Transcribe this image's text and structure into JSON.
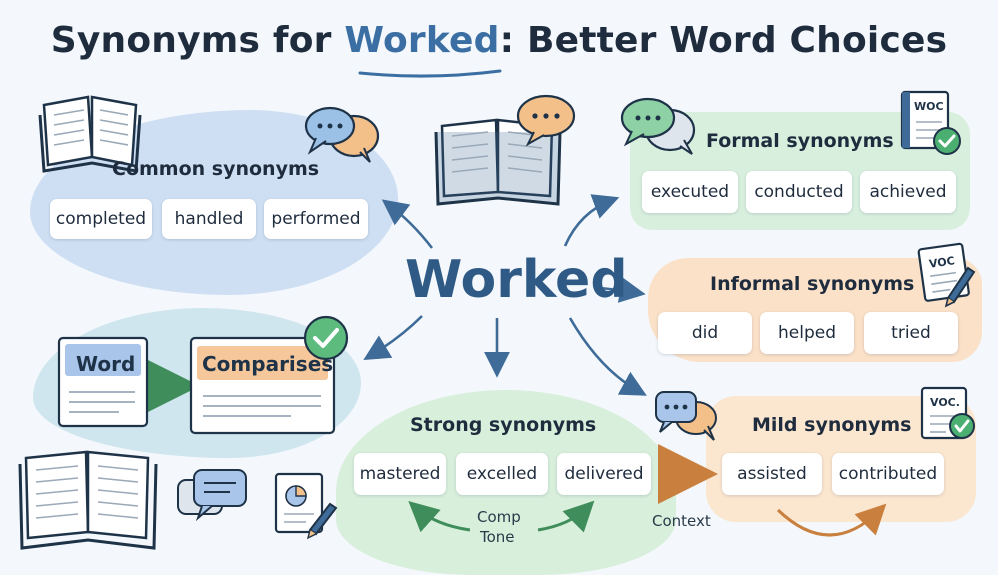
{
  "title": {
    "prefix": "Synonyms for ",
    "highlight": "Worked",
    "suffix": ": Better Word Choices"
  },
  "center": {
    "word": "Worked"
  },
  "groups": {
    "common": {
      "heading": "Common synonyms",
      "words": [
        "completed",
        "handled",
        "performed"
      ]
    },
    "formal": {
      "heading": "Formal synonyms",
      "words": [
        "executed",
        "conducted",
        "achieved"
      ]
    },
    "informal": {
      "heading": "Informal synonyms",
      "words": [
        "did",
        "helped",
        "tried"
      ]
    },
    "strong": {
      "heading": "Strong synonyms",
      "words": [
        "mastered",
        "excelled",
        "delivered"
      ]
    },
    "mild": {
      "heading": "Mild synonyms",
      "words": [
        "assisted",
        "contributed"
      ]
    }
  },
  "compare": {
    "word_label": "Word",
    "comparisons_label": "Comparises"
  },
  "labels": {
    "comp": "Comp",
    "tone": "Tone",
    "context": "Context"
  },
  "badges": {
    "voc_formal": "WOC",
    "voc_informal": "VOC",
    "voc_mild": "VOC."
  },
  "icons": [
    "open-book-icon",
    "speech-bubble-icon",
    "document-icon",
    "checkmark-icon",
    "pencil-icon",
    "chart-document-icon",
    "arrow-icon"
  ],
  "colors": {
    "title_highlight": "#3b6fa3",
    "center_word": "#2f5a86",
    "arrow": "#3f6b98",
    "common_bg": "#cfdff3",
    "formal_bg": "#d9efde",
    "informal_bg": "#fbe1c8",
    "strong_bg": "#d8efdc",
    "mild_bg": "#fbe6cf",
    "check_green": "#4caf72",
    "orange": "#e8a060"
  }
}
